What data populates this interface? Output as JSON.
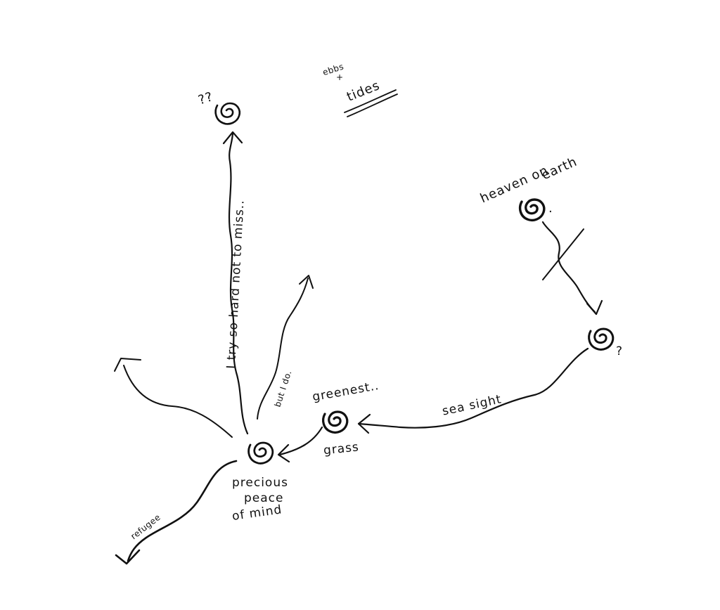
{
  "nodes": {
    "top": {
      "mark": "??"
    },
    "heaven": {
      "label_line1": "heaven on",
      "label_line2": "earth",
      "dot": "."
    },
    "right": {
      "mark": "?"
    },
    "green": {
      "top_label": "greenest..",
      "bottom_label": "grass"
    },
    "center": {
      "line1": "precious",
      "line2": "peace",
      "line3": "of mind"
    }
  },
  "arrows": {
    "long_vertical": "I try so hard not to miss..",
    "small_up": "but I do.",
    "sea": "sea sight",
    "down_left": "refugee"
  },
  "note": {
    "line1": "ebbs",
    "line2": "+",
    "line3": "tides"
  },
  "colors": {
    "ink": "#111111",
    "paper": "#ffffff"
  }
}
